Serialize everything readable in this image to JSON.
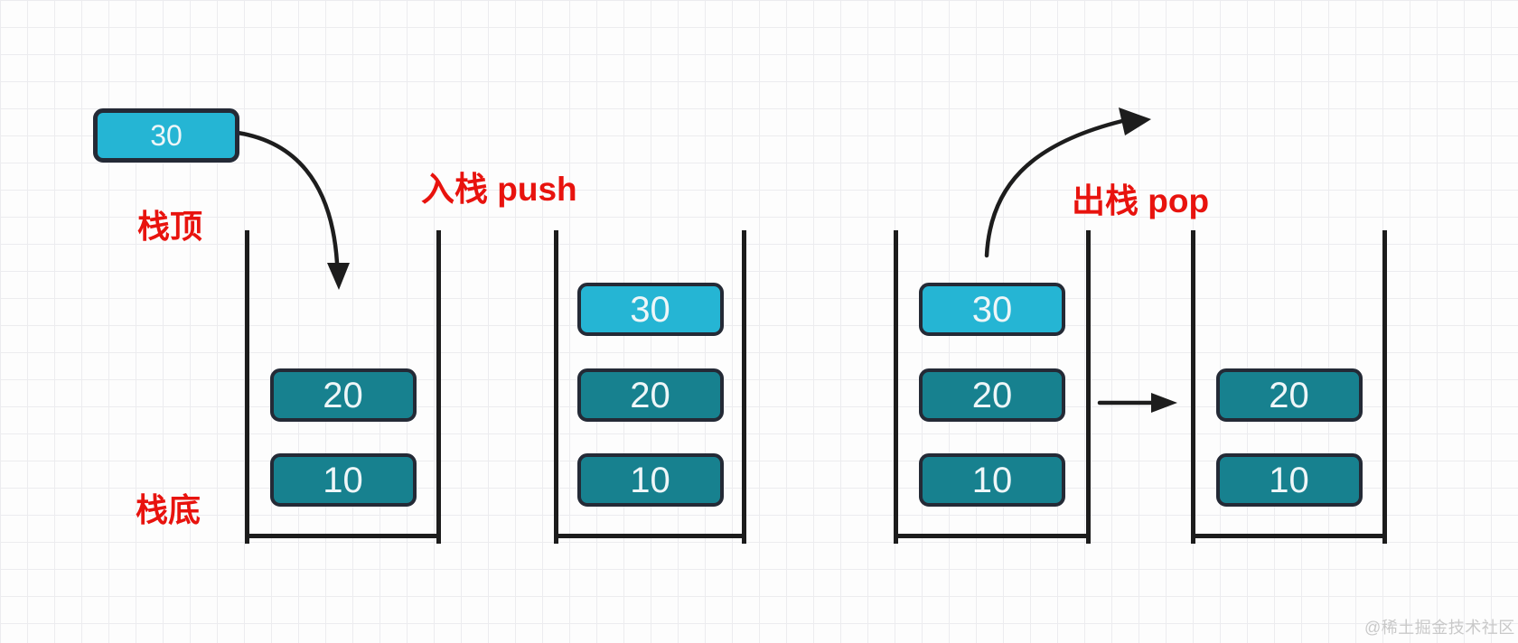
{
  "diagram": {
    "labels": {
      "stack_top": "栈顶",
      "stack_bottom": "栈底",
      "push": "入栈 push",
      "pop": "出栈 pop"
    },
    "floating_item": {
      "value": "30"
    },
    "stacks": [
      {
        "name": "stack-initial",
        "items": [
          {
            "value": "20",
            "variant": "dark"
          },
          {
            "value": "10",
            "variant": "dark"
          }
        ]
      },
      {
        "name": "stack-after-push",
        "items": [
          {
            "value": "30",
            "variant": "light"
          },
          {
            "value": "20",
            "variant": "dark"
          },
          {
            "value": "10",
            "variant": "dark"
          }
        ]
      },
      {
        "name": "stack-before-pop",
        "items": [
          {
            "value": "30",
            "variant": "light"
          },
          {
            "value": "20",
            "variant": "dark"
          },
          {
            "value": "10",
            "variant": "dark"
          }
        ]
      },
      {
        "name": "stack-after-pop",
        "items": [
          {
            "value": "20",
            "variant": "dark"
          },
          {
            "value": "10",
            "variant": "dark"
          }
        ]
      }
    ],
    "watermark": "@稀土掘金技术社区",
    "colors": {
      "item_light": "#25b5d4",
      "item_dark": "#17818f",
      "item_border": "#242a36",
      "label_red": "#e8130e",
      "stroke": "#1c1c1c",
      "grid": "#ececef",
      "background": "#fdfdfd",
      "watermark_gray": "#c9c9c9"
    }
  }
}
